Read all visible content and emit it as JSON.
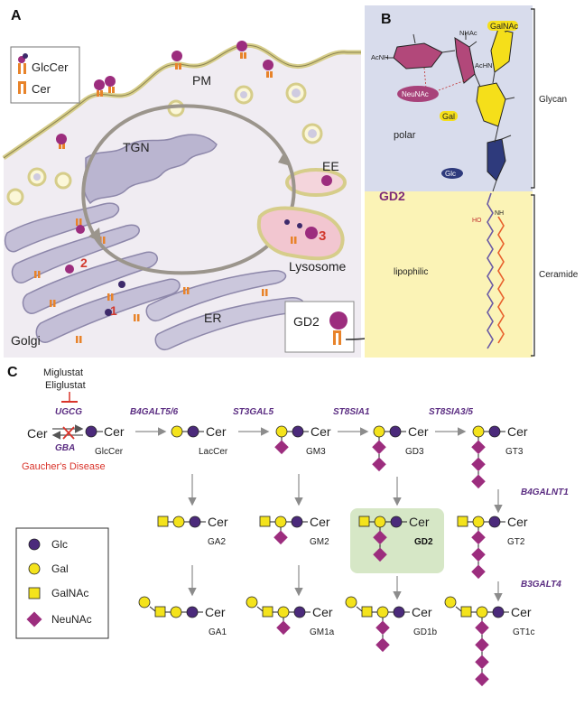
{
  "panel_a": {
    "letter": "A",
    "legend": {
      "glccer": "GlcCer",
      "cer": "Cer"
    },
    "labels": {
      "pm": "PM",
      "tgn": "TGN",
      "ee": "EE",
      "lysosome": "Lysosome",
      "er": "ER",
      "golgi": "Golgi",
      "gd2_box": "GD2"
    },
    "steps": [
      "1",
      "2",
      "3"
    ],
    "colors": {
      "membrane": "#d9cf8a",
      "organelle": "#b9b4cf",
      "cycle": "#9b958c",
      "step": "#d23a2f",
      "lysosome": "#f2c6d0",
      "background": "#efebf2"
    }
  },
  "panel_b": {
    "letter": "B",
    "title": "GD2",
    "sugars": {
      "galnac": "GalNAc",
      "gal": "Gal",
      "glc": "Glc",
      "neunac": "NeuNAc"
    },
    "groups": {
      "nhac": "NHAc",
      "acnh1": "AcNH",
      "acnh2": "AcHN"
    },
    "regions": {
      "polar": "polar",
      "lipophilic": "lipophilic"
    },
    "brackets": {
      "glycan": "Glycan",
      "ceramide": "Ceramide"
    },
    "colors": {
      "top_bg": "#d8dcec",
      "bottom_bg": "#fbf3b6",
      "pink": "#b2487a",
      "yellow": "#f5df1a",
      "navy": "#2e3a7c",
      "chain": "#6a5aa6",
      "acyl": "#e8602c"
    }
  },
  "panel_c": {
    "letter": "C",
    "inhibitors": [
      "Miglustat",
      "Eliglustat"
    ],
    "enzymes": {
      "ugcg": "UGCG",
      "gba": "GBA",
      "e1": "B4GALT5/6",
      "e2": "ST3GAL5",
      "e3": "ST8SIA1",
      "e4": "ST8SIA3/5",
      "e5": "B4GALNT1",
      "e6": "B3GALT4"
    },
    "disease": "Gaucher's Disease",
    "cer": "Cer",
    "names": {
      "glccer": "GlcCer",
      "laccer": "LacCer",
      "gm3": "GM3",
      "gd3": "GD3",
      "gt3": "GT3",
      "ga2": "GA2",
      "gm2": "GM2",
      "gd2": "GD2",
      "gt2": "GT2",
      "ga1": "GA1",
      "gm1a": "GM1a",
      "gd1b": "GD1b",
      "gt1c": "GT1c"
    },
    "legend": [
      {
        "shape": "circle-purple",
        "label": "Glc"
      },
      {
        "shape": "circle-yellow",
        "label": "Gal"
      },
      {
        "shape": "square-yellow",
        "label": "GalNAc"
      },
      {
        "shape": "diamond-purple",
        "label": "NeuNAc"
      }
    ],
    "colors": {
      "glc": "#4b2a7b",
      "gal": "#f4e31c",
      "galnac": "#f4e31c",
      "neunac": "#9c2d7e",
      "enzyme": "#5b2d82",
      "red": "#d9342b",
      "highlight": "#d6e7c6"
    }
  }
}
